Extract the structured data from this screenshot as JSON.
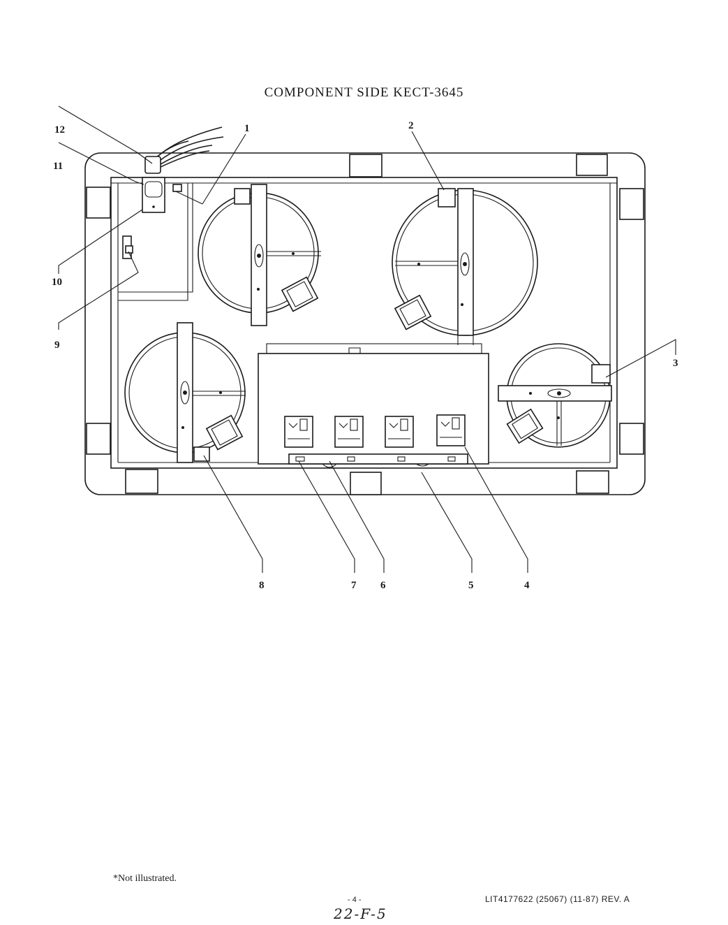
{
  "title": "COMPONENT SIDE KECT-3645",
  "footnote": "*Not illustrated.",
  "page_number": "- 4 -",
  "document_reference": "LIT4177622 (25067) (11-87) REV. A",
  "handwritten_note": "22-F-5",
  "callouts": [
    {
      "id": "c1",
      "label": "1"
    },
    {
      "id": "c2",
      "label": "2"
    },
    {
      "id": "c3",
      "label": "3"
    },
    {
      "id": "c4",
      "label": "4"
    },
    {
      "id": "c5",
      "label": "5"
    },
    {
      "id": "c6",
      "label": "6"
    },
    {
      "id": "c7",
      "label": "7"
    },
    {
      "id": "c8",
      "label": "8"
    },
    {
      "id": "c9",
      "label": "9"
    },
    {
      "id": "c10",
      "label": "10"
    },
    {
      "id": "c11",
      "label": "11"
    },
    {
      "id": "c12",
      "label": "12"
    }
  ]
}
